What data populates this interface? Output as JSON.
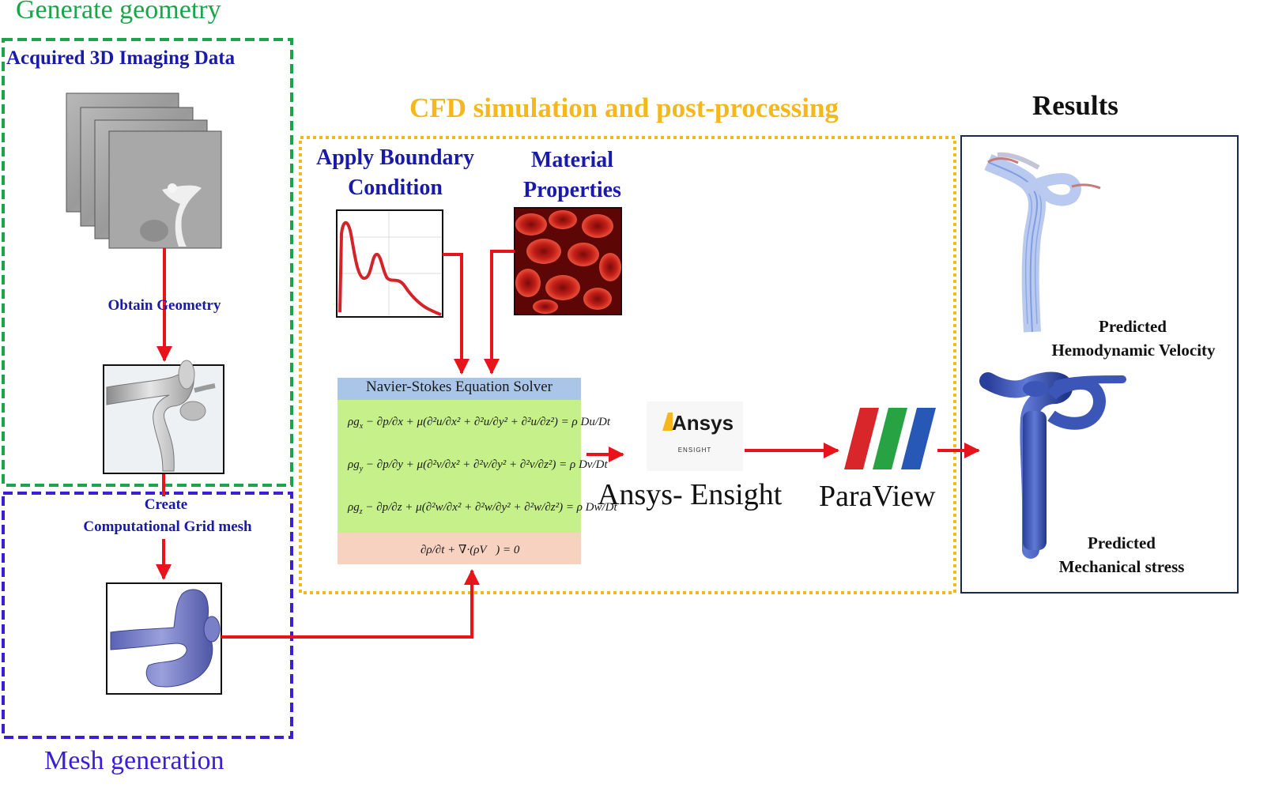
{
  "sections": {
    "generate_geometry": {
      "title": "Generate geometry",
      "color": "#1aa54a"
    },
    "mesh_generation": {
      "title": "Mesh generation",
      "color": "#3a1fd8"
    },
    "cfd": {
      "title": "CFD simulation and post-processing",
      "color": "#f4b81c"
    },
    "results": {
      "title": "Results",
      "color": "#1a2a4a"
    }
  },
  "labels": {
    "acquired_data": "Acquired 3D Imaging Data",
    "obtain_geometry": "Obtain Geometry",
    "create_line1": "Create",
    "create_line2": "Computational Grid mesh",
    "boundary_line1": "Apply Boundary",
    "boundary_line2": "Condition",
    "material_line1": "Material",
    "material_line2": "Properties",
    "solver_title": "Navier-Stokes Equation Solver",
    "ansys_logo": "Ansys",
    "ansys_sub": "ENSIGHT",
    "ansys_label": "Ansys- Ensight",
    "paraview_label": "ParaView",
    "velocity_line1": "Predicted",
    "velocity_line2": "Hemodynamic Velocity",
    "stress_line1": "Predicted",
    "stress_line2": "Mechanical stress"
  },
  "equations": {
    "x": "ρg_x − ∂p/∂x + μ(∂²u/∂x² + ∂²u/∂y² + ∂²u/∂z²) = ρ Du/Dt",
    "y": "ρg_y − ∂p/∂y + μ(∂²v/∂x² + ∂²v/∂y² + ∂²v/∂z²) = ρ Dv/Dt",
    "z": "ρg_z − ∂p/∂z + μ(∂²w/∂x² + ∂²w/∂y² + ∂²w/∂z²) = ρ Dw/Dt",
    "continuity": "∂ρ/∂t + ∇·(ρV) = 0"
  },
  "colors": {
    "label_blue": "#1a1aa8",
    "arrow_red": "#e8141c",
    "solver_header": "#a9c6e8",
    "solver_body": "#c5f08a",
    "solver_footer": "#f7d2c0",
    "paraview_red": "#d8262b",
    "paraview_green": "#27a343",
    "paraview_blue": "#2758b6"
  }
}
